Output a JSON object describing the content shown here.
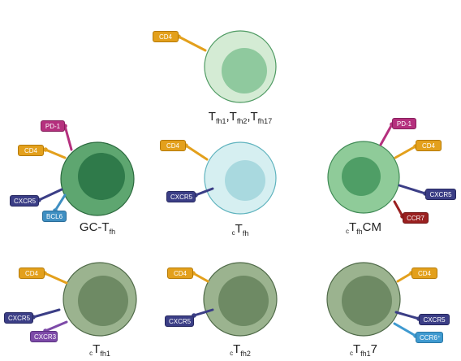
{
  "colors": {
    "stroke_outline": "#333333",
    "cd4_gold": "#e3a01c",
    "cxcr5_navy": "#3b3e86",
    "pd1_magenta": "#b5307e",
    "bcl6_blue": "#3f8fc2",
    "ccr7_red": "#9a2020",
    "cxcr3_purple": "#7d4aa8",
    "ccr6_blue": "#3f9ad0"
  },
  "cells": [
    {
      "id": "th",
      "outer": "#d4ebd4",
      "inner": "#8fc99e",
      "outline": "#4e9a62",
      "label": {
        "prefix": "",
        "segments": [
          {
            "t": "T",
            "s": "fh1"
          },
          {
            "t": ",T",
            "s": "fh2"
          },
          {
            "t": ",T",
            "s": "fh17"
          }
        ],
        "suffix": ""
      },
      "markers": [
        "CD4"
      ]
    },
    {
      "id": "gc",
      "outer": "#5ea670",
      "inner": "#2f7a4a",
      "outline": "#2b6a3e",
      "label": {
        "prefix": "",
        "segments": [
          {
            "t": "GC-T",
            "s": "fh"
          }
        ],
        "suffix": ""
      },
      "markers": [
        "PD-1",
        "CD4",
        "CXCR5",
        "BCL6"
      ]
    },
    {
      "id": "ctfh",
      "outer": "#d6eff1",
      "inner": "#a9d9df",
      "outline": "#5fb3be",
      "label": {
        "prefix": "c",
        "segments": [
          {
            "t": "T",
            "s": "fh"
          }
        ],
        "suffix": ""
      },
      "markers": [
        "CD4",
        "CXCR5"
      ]
    },
    {
      "id": "cm",
      "outer": "#8fcb99",
      "inner": "#4f9e66",
      "outline": "#3f8a55",
      "label": {
        "prefix": "c",
        "segments": [
          {
            "t": "T",
            "s": "fh"
          }
        ],
        "suffix": "CM"
      },
      "markers": [
        "PD-1",
        "CD4",
        "CXCR5",
        "CCR7"
      ]
    },
    {
      "id": "fh1",
      "outer": "#9bb38f",
      "inner": "#6e8a64",
      "outline": "#4f6a48",
      "label": {
        "prefix": "c",
        "segments": [
          {
            "t": "T",
            "s": "fh1"
          }
        ],
        "suffix": ""
      },
      "markers": [
        "CD4",
        "CXCR5",
        "CXCR3"
      ]
    },
    {
      "id": "fh2",
      "outer": "#9bb38f",
      "inner": "#6e8a64",
      "outline": "#4f6a48",
      "label": {
        "prefix": "c",
        "segments": [
          {
            "t": "T",
            "s": "fh2"
          }
        ],
        "suffix": ""
      },
      "markers": [
        "CD4",
        "CXCR5"
      ]
    },
    {
      "id": "fh17",
      "outer": "#9bb38f",
      "inner": "#6e8a64",
      "outline": "#4f6a48",
      "label": {
        "prefix": "c",
        "segments": [
          {
            "t": "T",
            "s": "fh1"
          }
        ],
        "suffix": "7"
      },
      "markers": [
        "CD4",
        "CXCR5",
        "CCR6⁺"
      ]
    }
  ]
}
